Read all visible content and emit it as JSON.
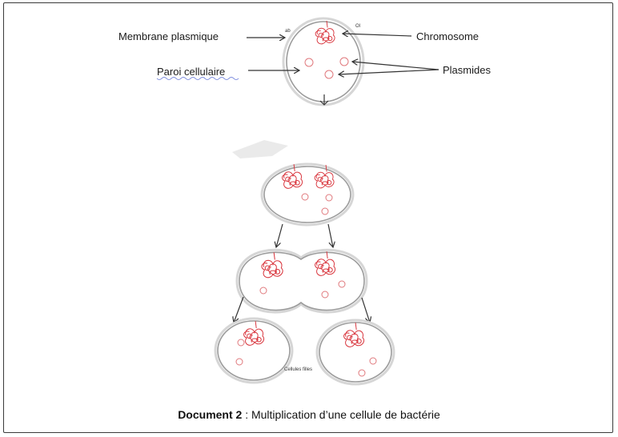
{
  "labels": {
    "membrane": "Membrane plasmique",
    "paroi": "Paroi cellulaire",
    "chromosome": "Chromosome",
    "plasmides": "Plasmides",
    "cellules_filles": "Cellules filles"
  },
  "caption": {
    "bold": "Document 2",
    "text": " : Multiplication d’une cellule de bactérie"
  },
  "colors": {
    "chromosome": "#d9363e",
    "plasmid": "#e0787c",
    "cell_outline": "#9b9b9b"
  }
}
